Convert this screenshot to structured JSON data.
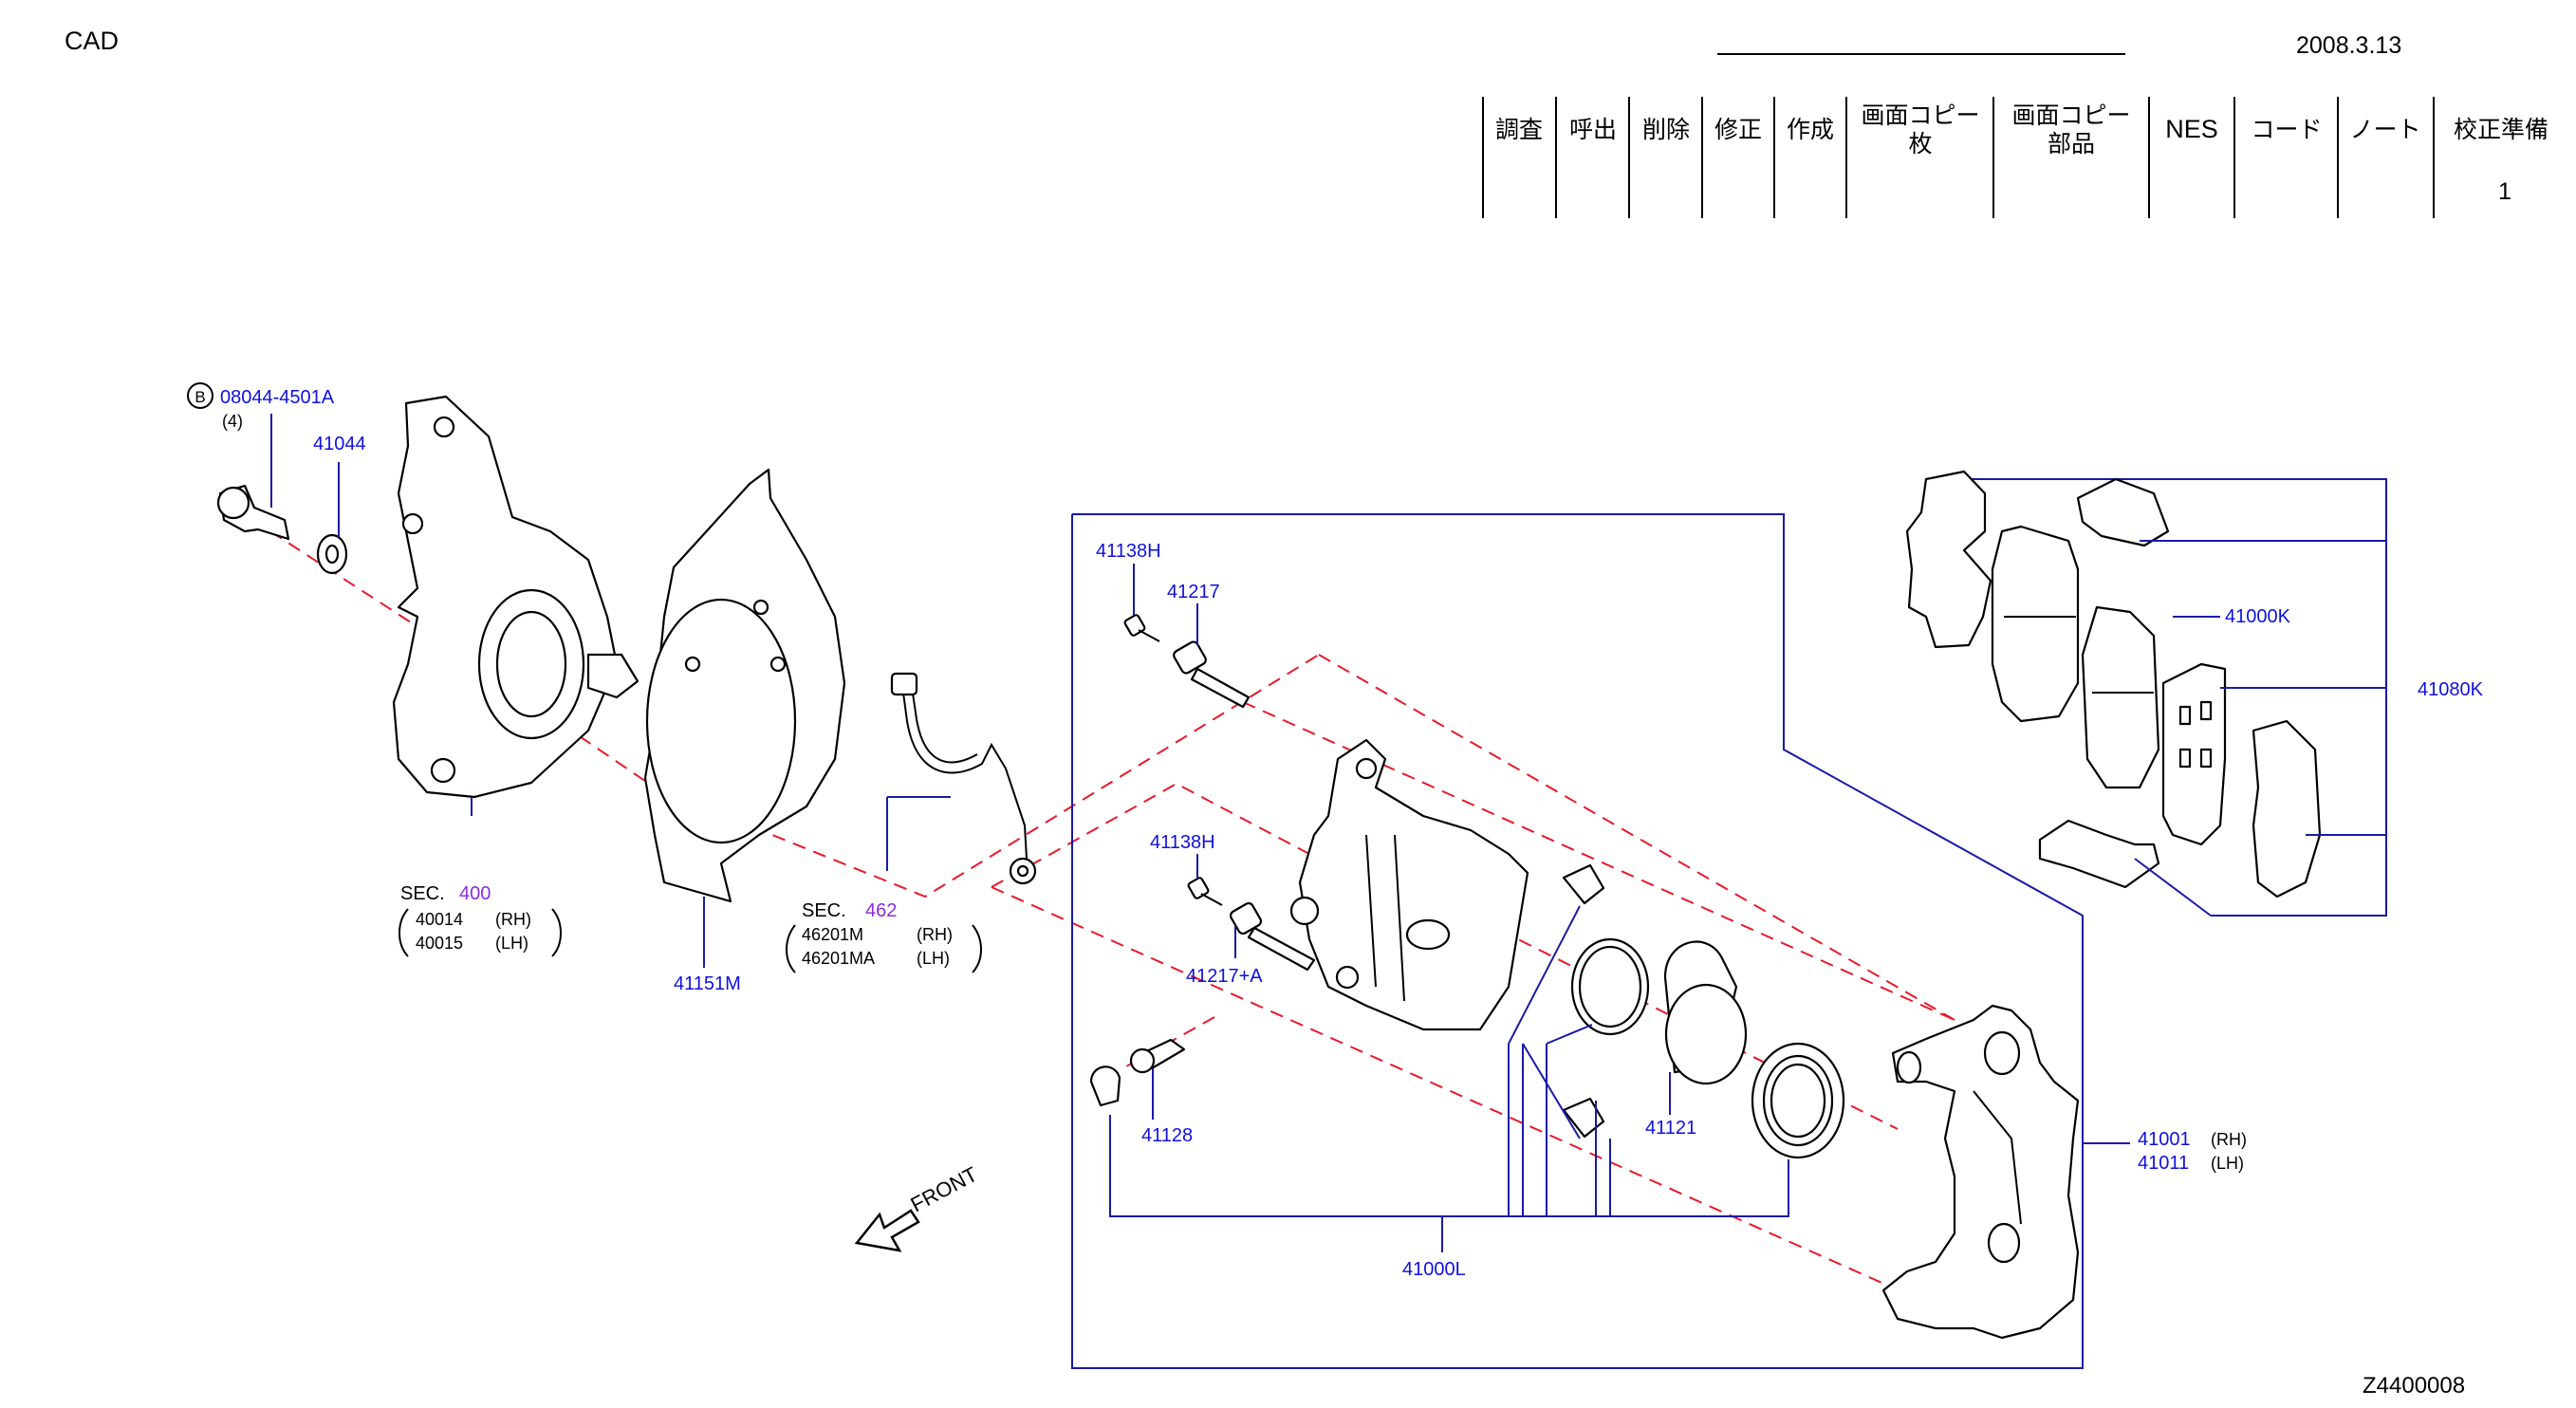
{
  "header": {
    "cad_label": "CAD",
    "date": "2008.3.13",
    "table_columns": [
      "調査",
      "呼出",
      "削除",
      "修正",
      "作成",
      "画面コピー\n枚",
      "画面コピー\n部品",
      "NES",
      "コード",
      "ノート",
      "校正準備"
    ],
    "proof_value": "1"
  },
  "footer": {
    "figure_id": "Z4400008"
  },
  "callouts": {
    "bolt_circle_letter": "B",
    "bolt_part": "08044-4501A",
    "bolt_qty": "(4)",
    "washer": "41044",
    "knuckle_sec_label": "SEC.",
    "knuckle_sec_num": "400",
    "knuckle_rh_part": "40014",
    "knuckle_rh": "(RH)",
    "knuckle_lh_part": "40015",
    "knuckle_lh": "(LH)",
    "dust_shield": "41151M",
    "hose_sec_label": "SEC.",
    "hose_sec_num": "462",
    "hose_rh_part": "46201M",
    "hose_rh": "(RH)",
    "hose_lh_part": "46201MA",
    "hose_lh": "(LH)",
    "bolt_upper": "41138H",
    "pin_upper": "41217",
    "bolt_lower": "41138H",
    "pin_lower": "41217+A",
    "bleeder": "41128",
    "seal_kit": "41121",
    "cyl_kit": "41000L",
    "pad_kit": "41000K",
    "pad_hw": "41080K",
    "caliper_rh_part": "41001",
    "caliper_rh": "(RH)",
    "caliper_lh_part": "41011",
    "caliper_lh": "(LH)",
    "front_label": "FRONT"
  },
  "colors": {
    "part_number": "#1010e0",
    "section_ref": "#8a2be2",
    "assembly_dash": "#e8192c",
    "leader": "#1a1aa6"
  }
}
